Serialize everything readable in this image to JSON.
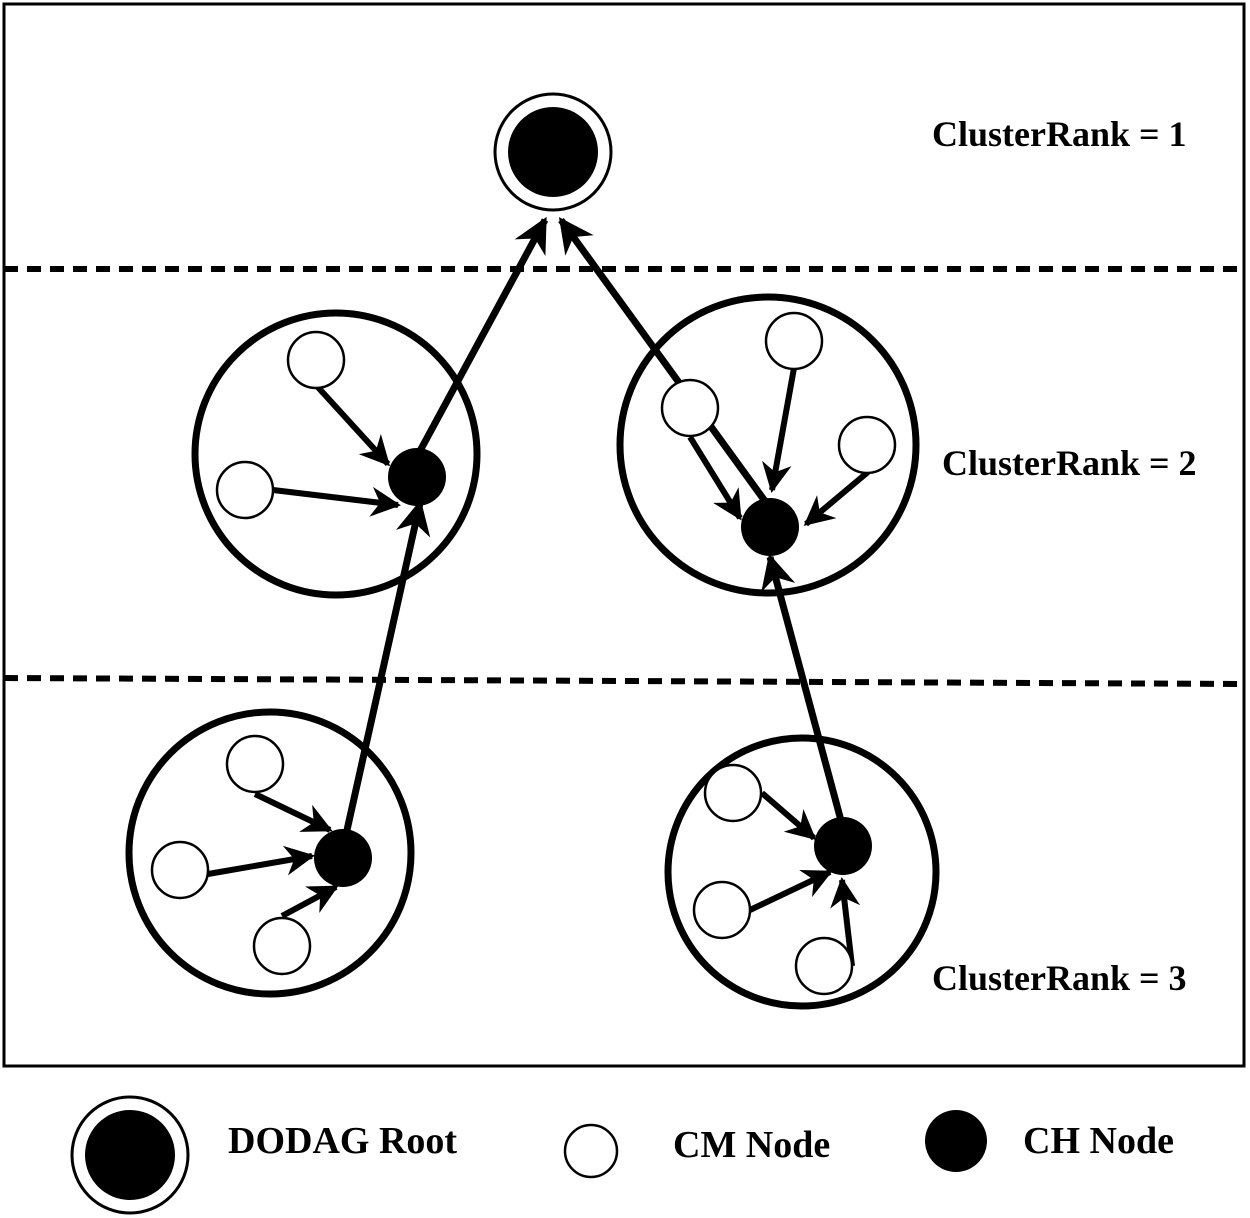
{
  "rank_labels": {
    "rank1": "ClusterRank = 1",
    "rank2": "ClusterRank = 2",
    "rank3": "ClusterRank = 3"
  },
  "legend": {
    "root": "DODAG Root",
    "cm": "CM Node",
    "ch": "CH Node"
  },
  "colors": {
    "ink": "#000000",
    "background": "#ffffff"
  }
}
